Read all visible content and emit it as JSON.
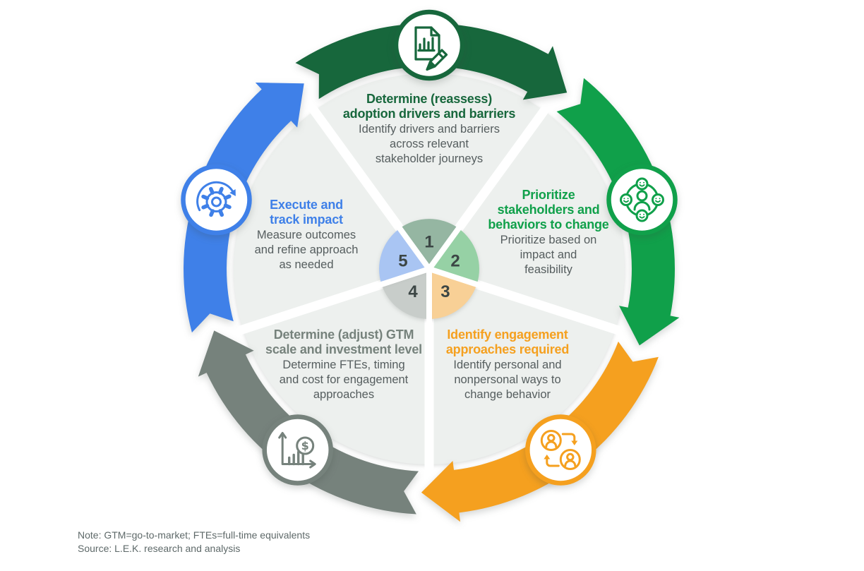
{
  "diagram": {
    "wedge_color": "#edf0ee",
    "number_color": "#3c4645",
    "body_color": "#555d5e",
    "dollar_glyph": "$",
    "segments": [
      {
        "number": "1",
        "title": "Determine (reassess)\nadoption drivers and barriers",
        "body": "Identify drivers and barriers\nacross relevant\nstakeholder journeys",
        "color": "#17673c",
        "pie_color": "#95b6a2",
        "icon": "document-chart-pencil-icon"
      },
      {
        "number": "2",
        "title": "Prioritize\nstakeholders and\nbehaviors to change",
        "body": "Prioritize based on\nimpact and\nfeasibility",
        "color": "#10a04a",
        "pie_color": "#96d1a5",
        "icon": "stakeholder-network-icon"
      },
      {
        "number": "3",
        "title": "Identify engagement\napproaches required",
        "body": "Identify personal and\nnonpersonal ways to\nchange behavior",
        "color": "#f5a01f",
        "pie_color": "#f8d096",
        "icon": "people-exchange-icon"
      },
      {
        "number": "4",
        "title": "Determine (adjust) GTM\nscale and investment level",
        "body": "Determine FTEs, timing\nand cost for engagement\napproaches",
        "color": "#76827c",
        "pie_color": "#c8cdca",
        "icon": "bar-chart-dollar-icon"
      },
      {
        "number": "5",
        "title": "Execute and\ntrack impact",
        "body": "Measure outcomes\nand refine approach\nas needed",
        "color": "#3f80e8",
        "pie_color": "#a9c5f3",
        "icon": "gear-refresh-icon"
      }
    ]
  },
  "note": {
    "line1": "Note: GTM=go-to-market; FTEs=full-time equivalents",
    "line2": "Source: L.E.K. research and analysis"
  }
}
